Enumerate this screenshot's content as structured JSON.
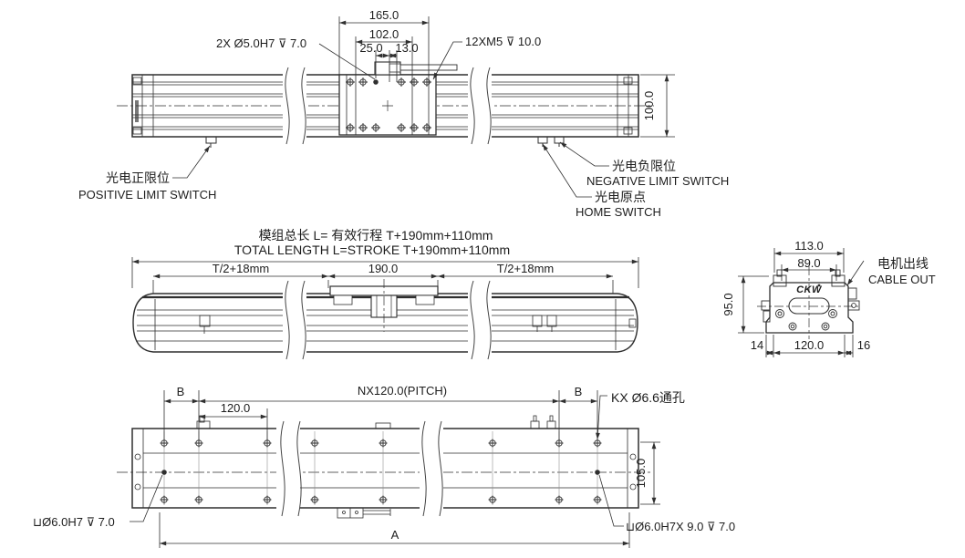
{
  "drawing": {
    "top_view": {
      "dim_165": "165.0",
      "dim_102": "102.0",
      "dim_25": "25.0",
      "dim_13": "13.0",
      "pin_holes_label": "2X Ø5.0H7 ⊽ 7.0",
      "thread_holes_label": "12XM5 ⊽ 10.0",
      "dim_100": "100.0",
      "positive_limit_cn": "光电正限位",
      "positive_limit_en": "POSITIVE LIMIT SWITCH",
      "negative_limit_cn": "光电负限位",
      "negative_limit_en": "NEGATIVE LIMIT SWITCH",
      "home_cn": "光电原点",
      "home_en": "HOME SWITCH"
    },
    "side_view": {
      "length_note_cn": "模组总长 L= 有效行程 T+190mm+110mm",
      "length_note_en": "TOTAL LENGTH L=STROKE T+190mm+110mm",
      "dim_left": "T/2+18mm",
      "dim_mid": "190.0",
      "dim_right": "T/2+18mm"
    },
    "end_view": {
      "dim_113": "113.0",
      "dim_89": "89.0",
      "dim_95": "95.0",
      "dim_14": "14",
      "dim_120": "120.0",
      "dim_16": "16",
      "cable_cn": "电机出线",
      "cable_en": "CABLE OUT",
      "logo": "CKW"
    },
    "bottom_view": {
      "dim_b_left": "B",
      "dim_pitch": "NX120.0(PITCH)",
      "dim_120": "120.0",
      "dim_b_right": "B",
      "through_holes_label": "KX Ø6.6通孔",
      "dim_105": "105.0",
      "pin_hole_left_label": "⊔Ø6.0H7 ⊽ 7.0",
      "pin_hole_right_label": "⊔Ø6.0H7X 9.0 ⊽ 7.0",
      "dim_a": "A"
    },
    "colors": {
      "line": "#2f2f2f",
      "text": "#1d1d1d",
      "background": "#ffffff"
    }
  }
}
